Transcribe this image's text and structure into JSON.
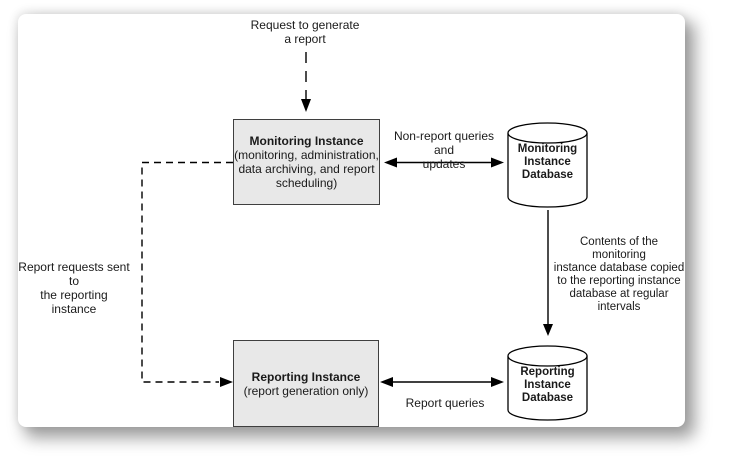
{
  "colors": {
    "card_background": "#ffffff",
    "box_fill": "#e8e8e8",
    "box_border": "#3f3f3f",
    "connector": "#000000"
  },
  "labels": {
    "request": {
      "line1": "Request to generate",
      "line2": "a report"
    },
    "nonreport": {
      "line1": "Non-report queries and",
      "line2": "updates"
    },
    "report_requests": {
      "line1": "Report requests sent to",
      "line2": "the reporting instance"
    },
    "copy": {
      "line1": "Contents of the monitoring",
      "line2": "instance database copied",
      "line3": "to the reporting instance",
      "line4": "database at regular",
      "line5": "intervals"
    },
    "report_queries": "Report queries"
  },
  "nodes": {
    "monitoring_instance": {
      "title": "Monitoring Instance",
      "detail1": "(monitoring, administration,",
      "detail2": "data archiving, and report",
      "detail3": "scheduling)"
    },
    "reporting_instance": {
      "title": "Reporting Instance",
      "detail1": "(report generation only)"
    },
    "monitoring_db": {
      "line1": "Monitoring",
      "line2": "Instance",
      "line3": "Database"
    },
    "reporting_db": {
      "line1": "Reporting",
      "line2": "Instance",
      "line3": "Database"
    }
  }
}
